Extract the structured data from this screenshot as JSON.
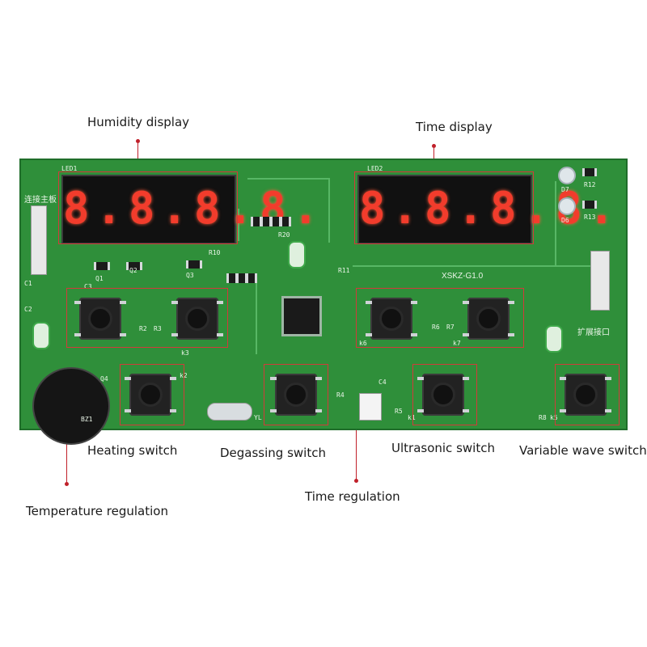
{
  "callouts": {
    "humidity_display": "Humidity display",
    "time_display": "Time display",
    "heating_switch": "Heating switch",
    "degassing_switch": "Degassing switch",
    "ultrasonic_switch": "Ultrasonic switch",
    "variable_wave_switch": "Variable wave switch",
    "time_regulation": "Time regulation",
    "temperature_regulation": "Temperature regulation"
  },
  "board": {
    "model": "XSKZ-G1.0",
    "led1": "LED1",
    "led2": "LED2",
    "display1_digits": "8.8.8.8.",
    "display2_digits": "8.8.8.8.",
    "connector_main": "连接主板",
    "expansion_port": "扩展接口",
    "buzzer": "BZ1",
    "crystal": "YL",
    "marks": {
      "r12": "R12",
      "r13": "R13",
      "d7": "D7",
      "d6": "D6",
      "q1": "Q1",
      "q2": "Q2",
      "q3": "Q3",
      "q4": "Q4",
      "c1": "C1",
      "c2": "C2",
      "c3": "C3",
      "c4": "C4",
      "r2": "R2",
      "r3": "R3",
      "r4": "R4",
      "r5": "R5",
      "r6": "R6",
      "r7": "R7",
      "r8": "R8",
      "r10": "R10",
      "r11": "R11",
      "r20": "R20",
      "k3": "k3",
      "k6": "k6",
      "k7": "k7",
      "k1": "k1",
      "k2": "k2",
      "k5": "k5"
    }
  },
  "colors": {
    "board_green": "#2f8f3a",
    "callout_red": "#c0202a",
    "segment_red": "#f23c2c"
  }
}
